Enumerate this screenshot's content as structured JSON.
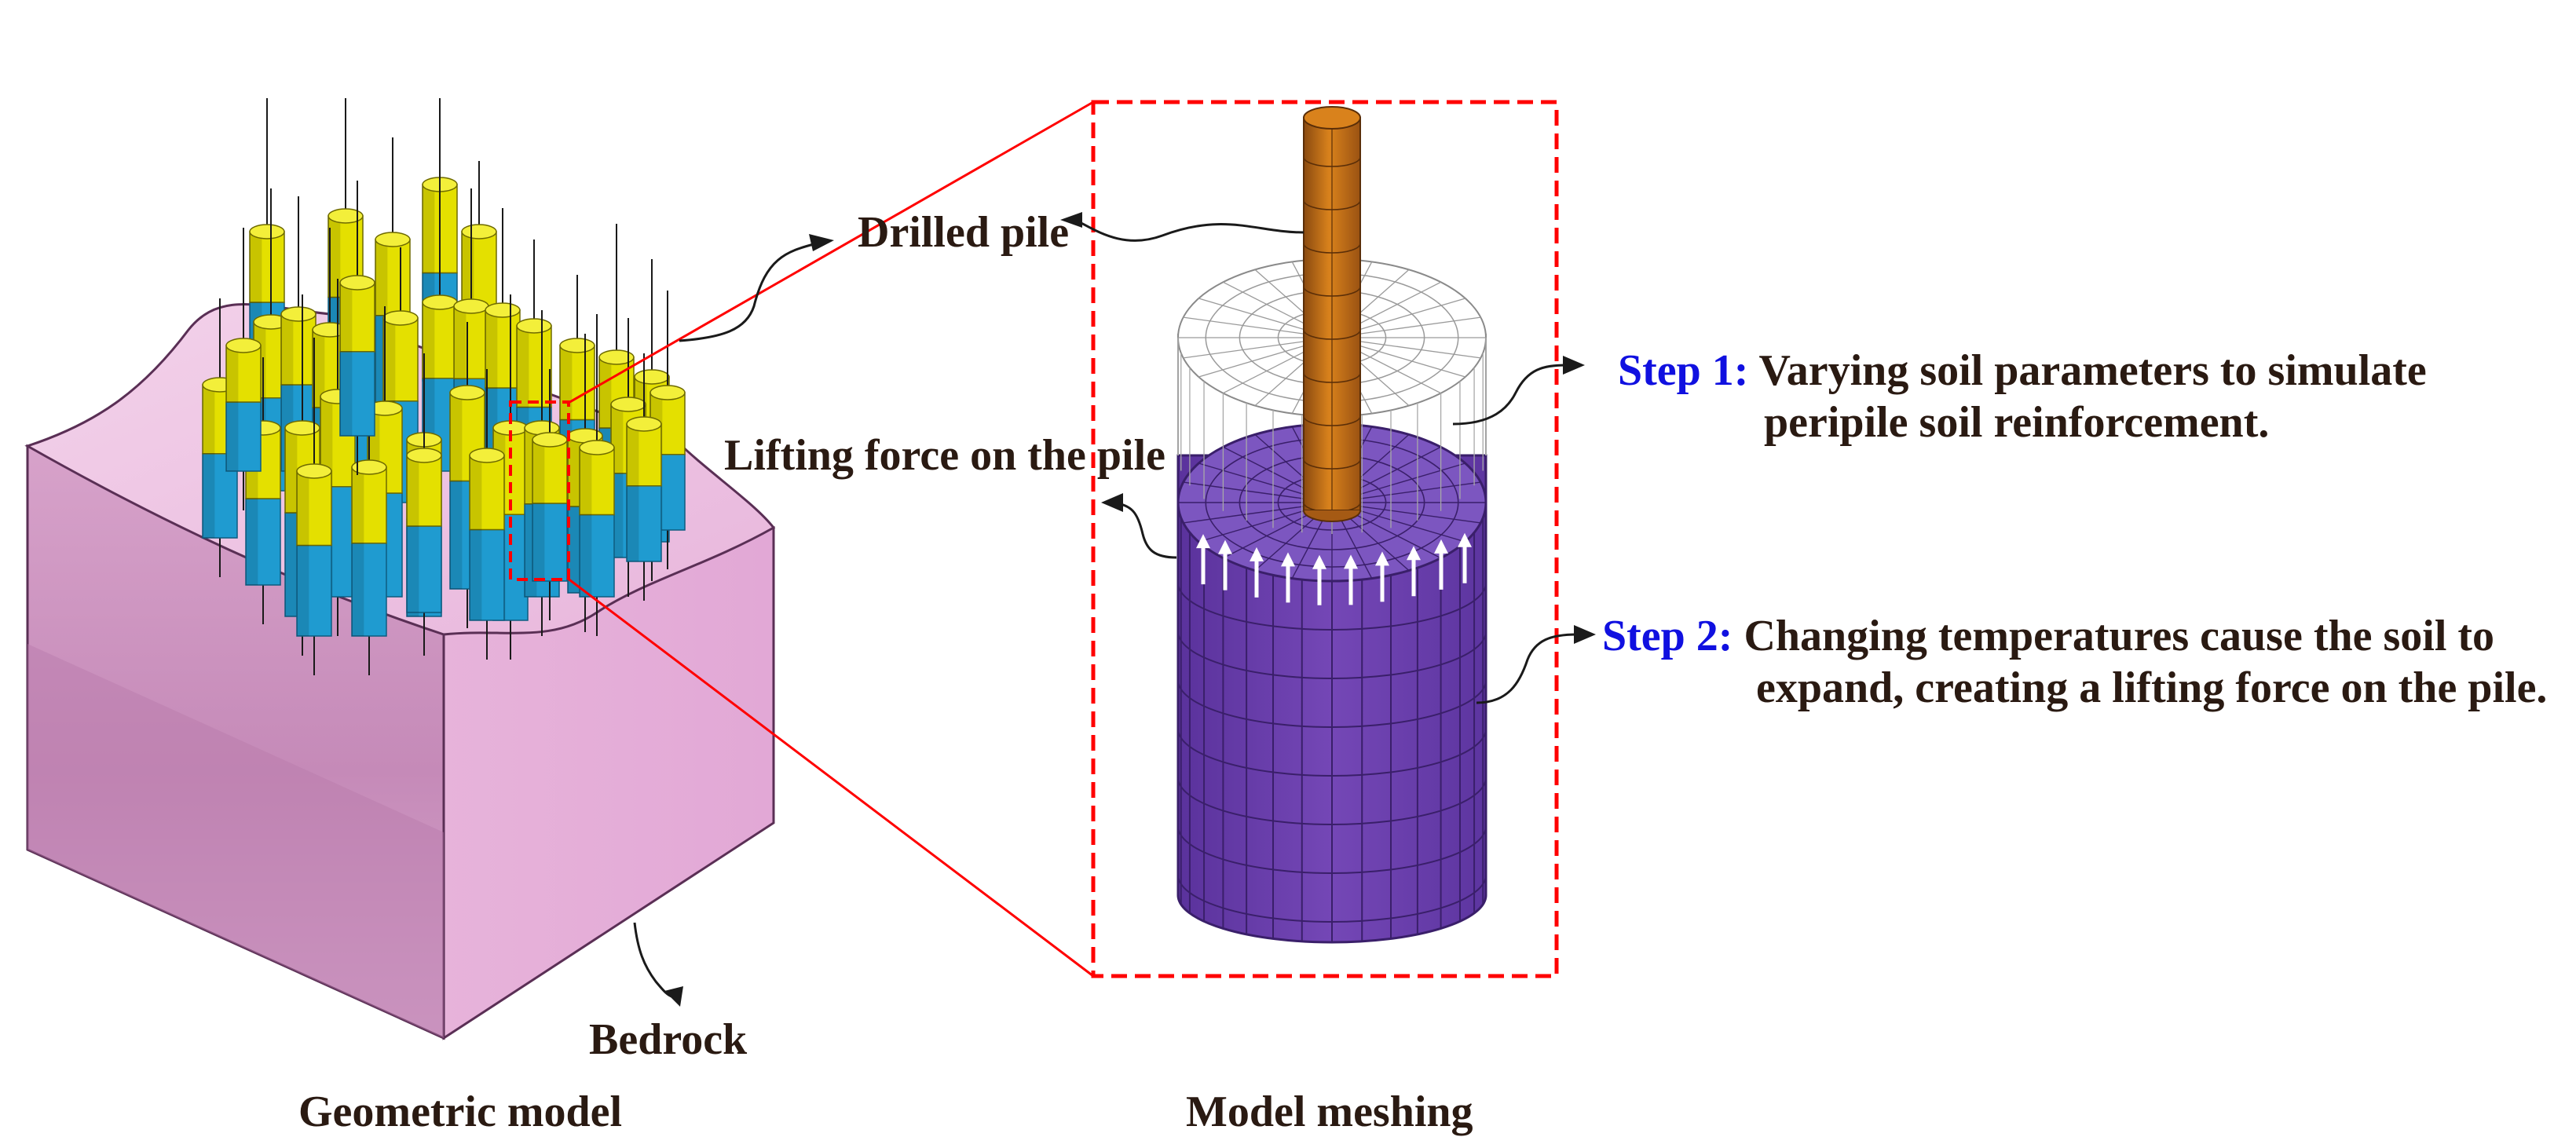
{
  "labels": {
    "drilled_pile": "Drilled pile",
    "lifting_force": "Lifting force on the pile",
    "bedrock": "Bedrock",
    "geometric_model": "Geometric model",
    "model_meshing": "Model meshing"
  },
  "steps": [
    {
      "head": "Step 1:",
      "line1": "Varying soil parameters to simulate",
      "line2": "peripile soil reinforcement."
    },
    {
      "head": "Step 2:",
      "line1": "Changing temperatures cause the soil to",
      "line2": "expand, creating a lifting force on the pile."
    }
  ],
  "colors": {
    "soil_block": "#e7b3da",
    "soil_block_shadow": "#c98fc0",
    "pile_head": "#e4e000",
    "pile_body": "#1f9bd0",
    "mesh_soil": "#6a3fa8",
    "pile_mesh": "#c46a12",
    "callout": "#ff0000",
    "step_head": "#1010e0",
    "text": "#2a1a12"
  }
}
